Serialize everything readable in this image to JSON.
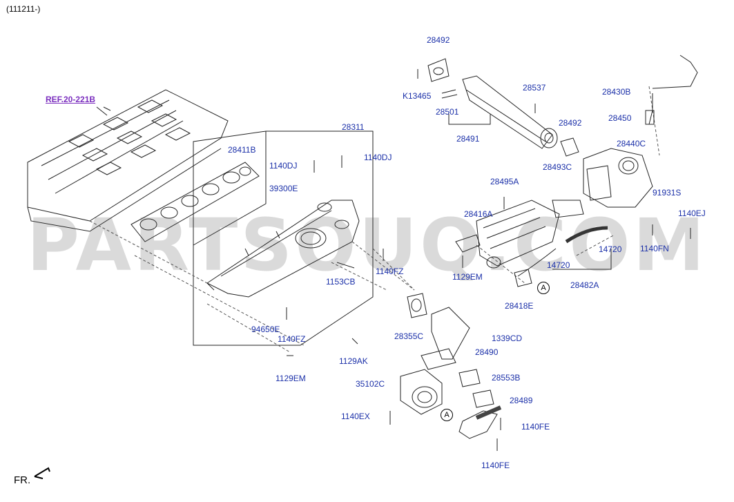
{
  "diagram": {
    "header": "(111211-)",
    "reference_link": "REF.20-221B",
    "orientation_label": "FR.",
    "watermark": "PARTSOUQ.COM",
    "connector_marker": "A",
    "part_labels": [
      "28492",
      "K13465",
      "28537",
      "28501",
      "28491",
      "28430B",
      "28492",
      "28450",
      "28440C",
      "28311",
      "28411B",
      "1140DJ",
      "1140DJ",
      "39300E",
      "28493C",
      "28495A",
      "91931S",
      "1140EJ",
      "28416A",
      "1140FN",
      "14720",
      "14720",
      "1140FZ",
      "1153CB",
      "1129EM",
      "28482A",
      "28418E",
      "28355C",
      "1339CD",
      "94650E",
      "1140FZ",
      "1129AK",
      "28490",
      "28553B",
      "1129EM",
      "35102C",
      "28489",
      "1140EX",
      "1140FE",
      "1140FE"
    ]
  }
}
